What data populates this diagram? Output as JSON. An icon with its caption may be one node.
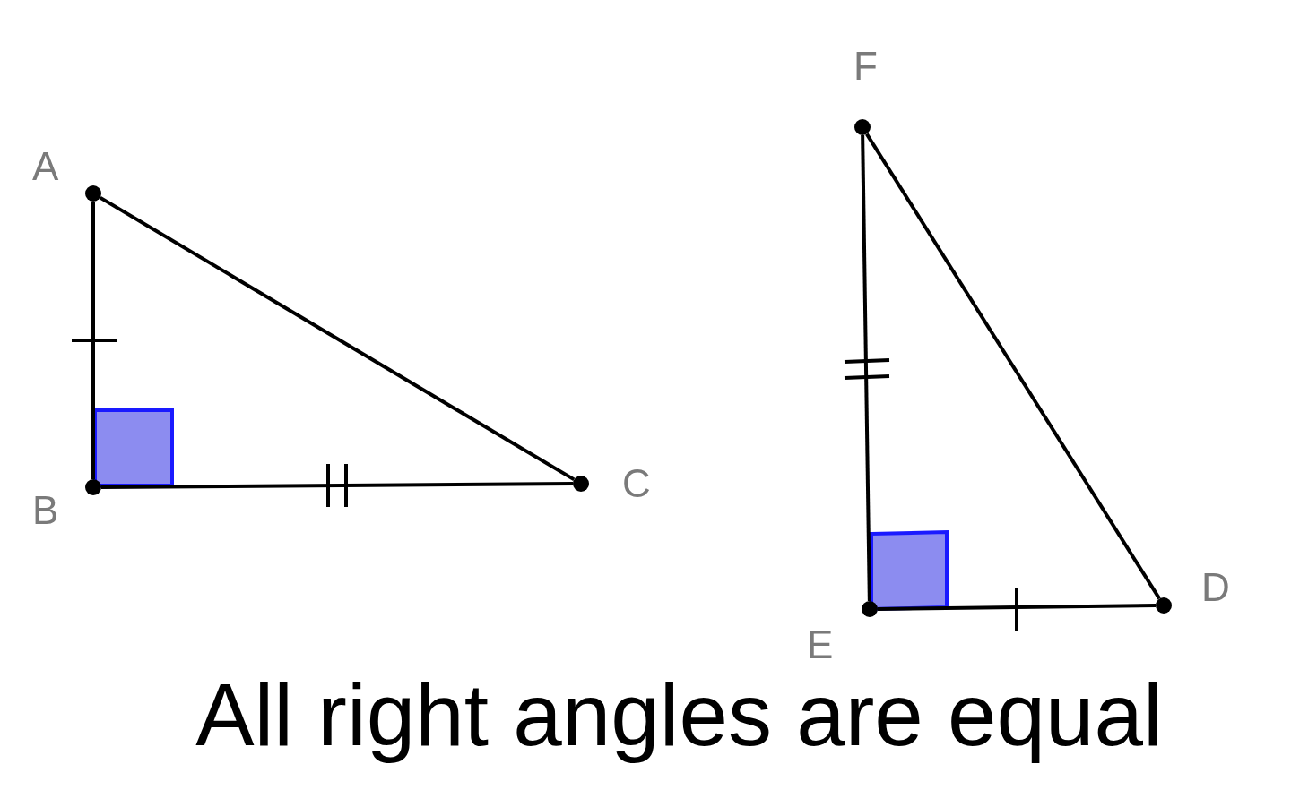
{
  "diagram": {
    "caption": "All right angles are equal",
    "nodes": [
      {
        "text": [
          "A"
        ]
      },
      {
        "text": [
          "B"
        ]
      },
      {
        "text": [
          "C"
        ]
      },
      {
        "text": [
          "F"
        ]
      },
      {
        "text": [
          "E"
        ]
      },
      {
        "text": [
          "D"
        ]
      }
    ],
    "edges": [
      {
        "from": 0,
        "to": 1,
        "arrow": "none"
      },
      {
        "from": 1,
        "to": 2,
        "arrow": "none"
      },
      {
        "from": 0,
        "to": 2,
        "arrow": "none"
      },
      {
        "from": 3,
        "to": 4,
        "arrow": "none"
      },
      {
        "from": 4,
        "to": 5,
        "arrow": "none"
      },
      {
        "from": 3,
        "to": 5,
        "arrow": "none"
      }
    ]
  }
}
